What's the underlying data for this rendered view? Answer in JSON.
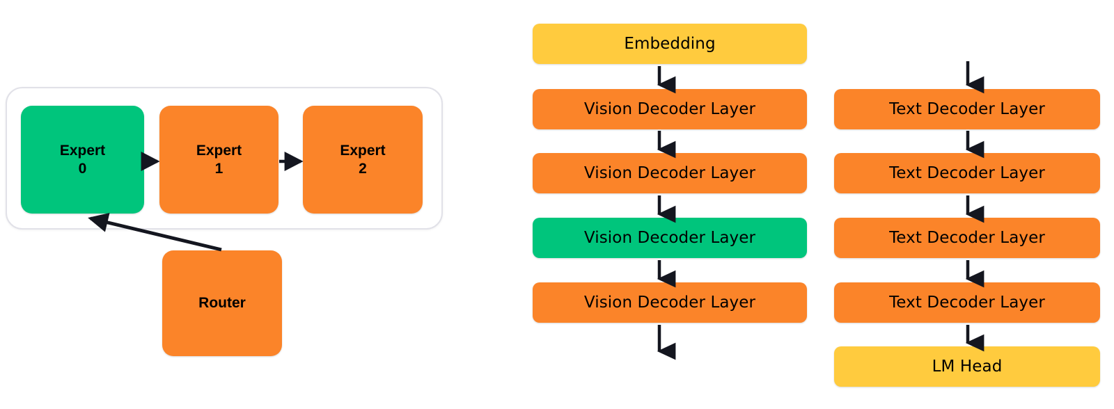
{
  "colors": {
    "orange": "#fb8429",
    "green": "#00c57c",
    "yellow": "#ffcb3e",
    "arrow": "#14161f",
    "panel_border": "#e1e1e8",
    "background": "#ffffff",
    "text": "#000000"
  },
  "moe_panel": {
    "experts": [
      {
        "label": "Expert\n0",
        "color_role": "green",
        "active": true
      },
      {
        "label": "Expert\n1",
        "color_role": "orange",
        "active": false
      },
      {
        "label": "Expert\n2",
        "color_role": "orange",
        "active": false
      }
    ],
    "router": {
      "label": "Router",
      "color_role": "orange"
    },
    "edges": [
      {
        "from": "Expert 0",
        "to": "Expert 1",
        "direction": "right"
      },
      {
        "from": "Expert 1",
        "to": "Expert 2",
        "direction": "right"
      },
      {
        "from": "Router",
        "to": "Expert 0",
        "direction": "up-left"
      }
    ]
  },
  "vision_column": {
    "boxes": [
      {
        "label": "Embedding",
        "color_role": "yellow",
        "active": false
      },
      {
        "label": "Vision Decoder Layer",
        "color_role": "orange",
        "active": false
      },
      {
        "label": "Vision Decoder Layer",
        "color_role": "orange",
        "active": false
      },
      {
        "label": "Vision Decoder Layer",
        "color_role": "green",
        "active": true
      },
      {
        "label": "Vision Decoder Layer",
        "color_role": "orange",
        "active": false
      }
    ],
    "has_trailing_arrow": true
  },
  "text_column": {
    "has_leading_arrow": true,
    "boxes": [
      {
        "label": "Text Decoder Layer",
        "color_role": "orange",
        "active": false
      },
      {
        "label": "Text Decoder Layer",
        "color_role": "orange",
        "active": false
      },
      {
        "label": "Text Decoder Layer",
        "color_role": "orange",
        "active": false
      },
      {
        "label": "Text Decoder Layer",
        "color_role": "orange",
        "active": false
      },
      {
        "label": "LM Head",
        "color_role": "yellow",
        "active": false
      }
    ]
  }
}
